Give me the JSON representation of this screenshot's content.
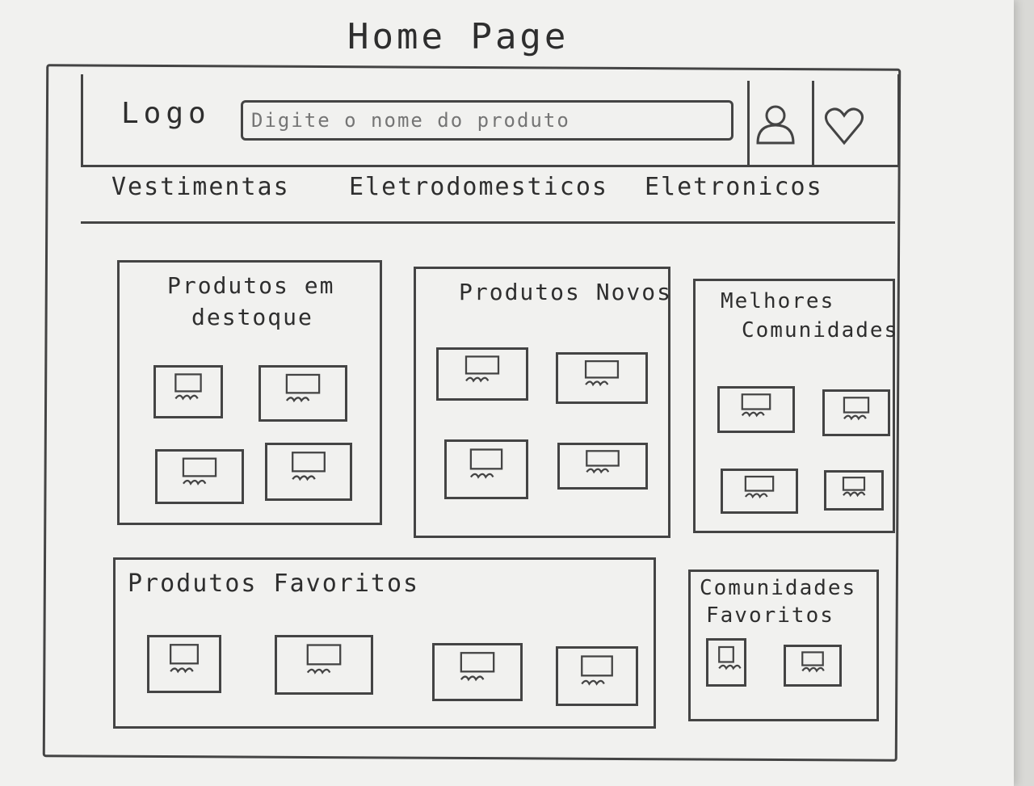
{
  "page": {
    "title": "Home Page"
  },
  "header": {
    "logo": "Logo",
    "search_placeholder": "Digite o nome do produto",
    "account_icon": "user-icon",
    "favorites_icon": "heart-icon"
  },
  "nav": {
    "items": [
      {
        "label": "Vestimentas"
      },
      {
        "label": "Eletrodomesticos"
      },
      {
        "label": "Eletronicos"
      }
    ]
  },
  "sections": {
    "featured": {
      "title_line1": "Produtos em",
      "title_line2": "destoque"
    },
    "new": {
      "title": "Produtos Novos"
    },
    "best_communities": {
      "title_line1": "Melhores",
      "title_line2": "Comunidades"
    },
    "favorite_products": {
      "title": "Produtos Favoritos"
    },
    "favorite_communities": {
      "title_line1": "Comunidades",
      "title_line2": "Favoritos"
    }
  },
  "colors": {
    "pencil": "#444444",
    "paper": "#f1f1ef"
  }
}
